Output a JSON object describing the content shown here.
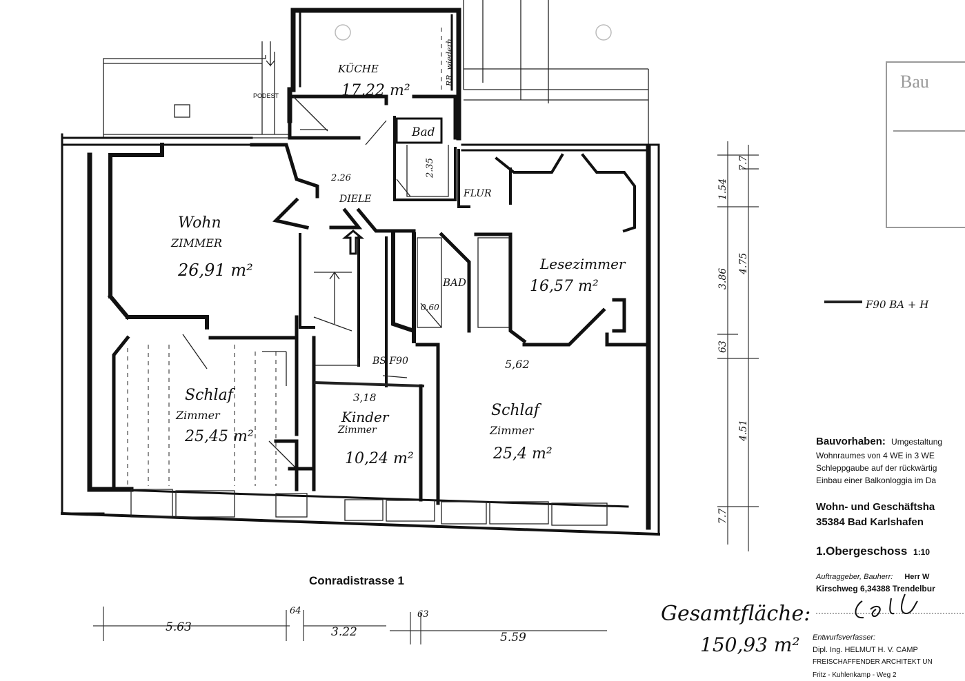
{
  "colors": {
    "ink": "#111111",
    "paper": "#ffffff",
    "stamp_grey": "#9a9a9a"
  },
  "rooms": {
    "kueche": {
      "name": "KÜCHE",
      "area": "17,22 m²",
      "note": "RR. wiederh."
    },
    "podest": "PODEST",
    "bad_top": {
      "name": "Bad",
      "dim": "2.35"
    },
    "diele": {
      "name": "DIELE",
      "dim": "2.26"
    },
    "flur": "FLUR",
    "wohnzimmer": {
      "line1": "Wohn",
      "line2": "ZIMMER",
      "area": "26,91 m²"
    },
    "lesezimmer": {
      "name": "Lesezimmer",
      "area": "16,57 m²"
    },
    "bad_mid": {
      "name": "BAD",
      "dim": "0.60"
    },
    "schlaf_left": {
      "line1": "Schlaf",
      "line2": "Zimmer",
      "area": "25,45 m²"
    },
    "kinder": {
      "line1": "Kinder",
      "line2": "Zimmer",
      "area": "10,24 m²",
      "dim": "3,18",
      "door_note": "BS F90"
    },
    "schlaf_right": {
      "line1": "Schlaf",
      "line2": "Zimmer",
      "area": "25,4 m²",
      "dim": "5,62"
    }
  },
  "dimensions": {
    "vertical": [
      "1.54",
      "7.7",
      "3.86",
      "4.75",
      "63",
      "4.51",
      "7.7"
    ],
    "horizontal": [
      "5.63",
      "64",
      "3.22",
      "63",
      "5.59"
    ]
  },
  "legend_note": "F90 BA + H",
  "street": "Conradistrasse 1",
  "total": {
    "label": "Gesamtfläche:",
    "value": "150,93 m²"
  },
  "title_block": {
    "stamp_text": "Bau",
    "project_label": "Bauvorhaben:",
    "project_line1": "Umgestaltung",
    "project_line2": "Wohnraumes von 4 WE in 3 WE",
    "project_line3": "Schleppgaube auf der rückwärtig",
    "project_line4": "Einbau einer Balkonloggia im Da",
    "building_line1": "Wohn- und Geschäftsha",
    "building_line2": "35384 Bad Karlshafen",
    "floor": "1.Obergeschoss",
    "scale": "1:10",
    "client_label": "Auftraggeber, Bauherr:",
    "client_name": "Herr W",
    "client_address": "Kirschweg 6,34388 Trendelbur",
    "designer_label": "Entwurfsverfasser:",
    "designer_line1": "Dipl. Ing. HELMUT H. V. CAMP",
    "designer_line2": "FREISCHAFFENDER ARCHITEKT UN",
    "designer_line3": "Fritz - Kuhlenkamp - Weg 2"
  }
}
